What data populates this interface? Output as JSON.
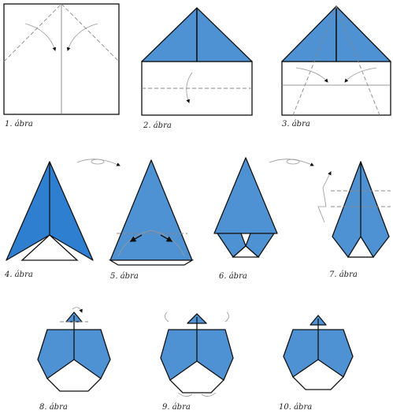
{
  "diagram": {
    "colors": {
      "paper_blue": "#4f92d4",
      "line": "#111111",
      "crease": "#888888"
    },
    "steps": [
      {
        "label": "1. ábra"
      },
      {
        "label": "2. ábra"
      },
      {
        "label": "3. ábra"
      },
      {
        "label": "4. ábra"
      },
      {
        "label": "5. ábra"
      },
      {
        "label": "6. ábra"
      },
      {
        "label": "7. ábra"
      },
      {
        "label": "8. ábra"
      },
      {
        "label": "9. ábra"
      },
      {
        "label": "10. ábra"
      }
    ]
  }
}
